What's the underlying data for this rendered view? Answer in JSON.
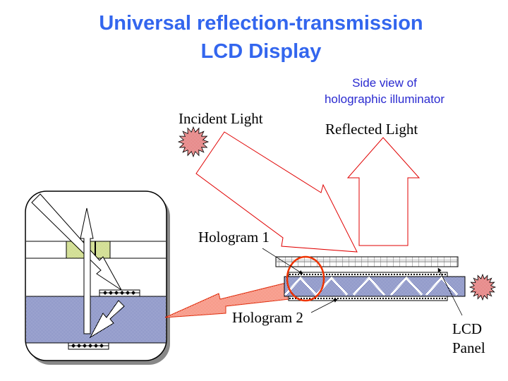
{
  "title": {
    "line1": "Universal reflection-transmission",
    "line2": "LCD Display"
  },
  "subtitle": {
    "line1": "Side view of",
    "line2": "holographic illuminator"
  },
  "labels": {
    "incident_light": "Incident Light",
    "reflected_light": "Reflected Light",
    "hologram_1": "Hologram 1",
    "hologram_2": "Hologram 2",
    "lcd_panel_line1": "LCD",
    "lcd_panel_line2": "Panel"
  },
  "colors": {
    "title": "#3366ee",
    "subtitle": "#2a2ad0",
    "arrow_outline": "#e00000",
    "light_source": "#d84040",
    "waveguide": "#4a5aa8",
    "highlight_circle": "#ee3300",
    "transfer_arrow": "#f06040",
    "color_filter": "#c8dc70"
  }
}
